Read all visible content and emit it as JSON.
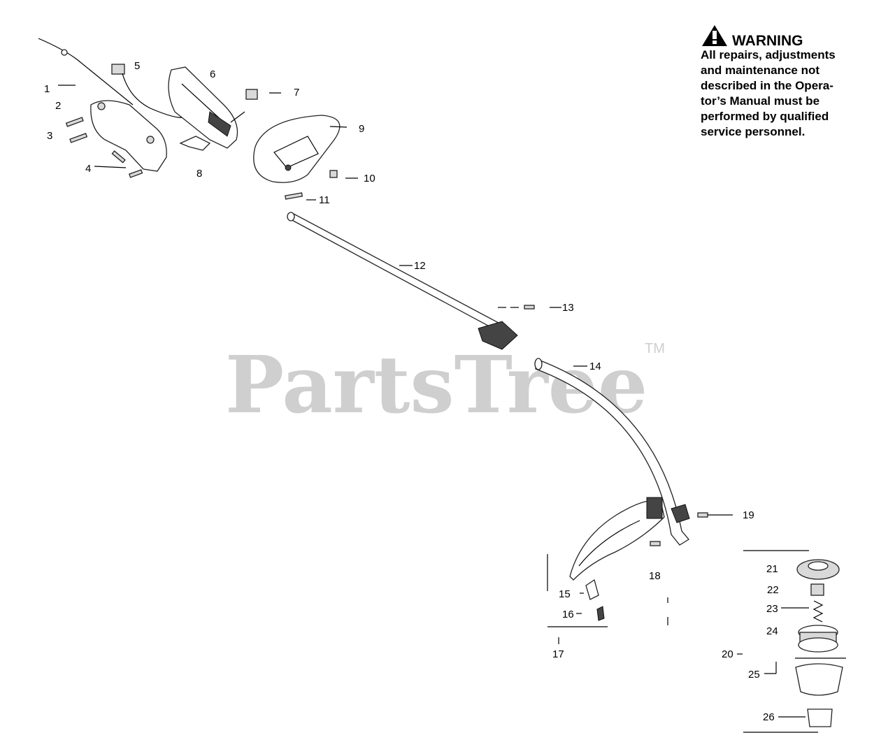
{
  "watermark": {
    "text": "PartsTree",
    "tm": "TM"
  },
  "warning": {
    "title": "WARNING",
    "lines": [
      "All repairs, adjustments",
      "and maintenance not",
      "described in the Opera-",
      "tor’s Manual must be",
      "performed by qualified",
      "service personnel."
    ]
  },
  "callouts": [
    "1",
    "2",
    "3",
    "4",
    "5",
    "6",
    "7",
    "8",
    "9",
    "10",
    "11",
    "12",
    "13",
    "14",
    "15",
    "16",
    "17",
    "18",
    "19",
    "20",
    "21",
    "22",
    "23",
    "24",
    "25",
    "26"
  ]
}
